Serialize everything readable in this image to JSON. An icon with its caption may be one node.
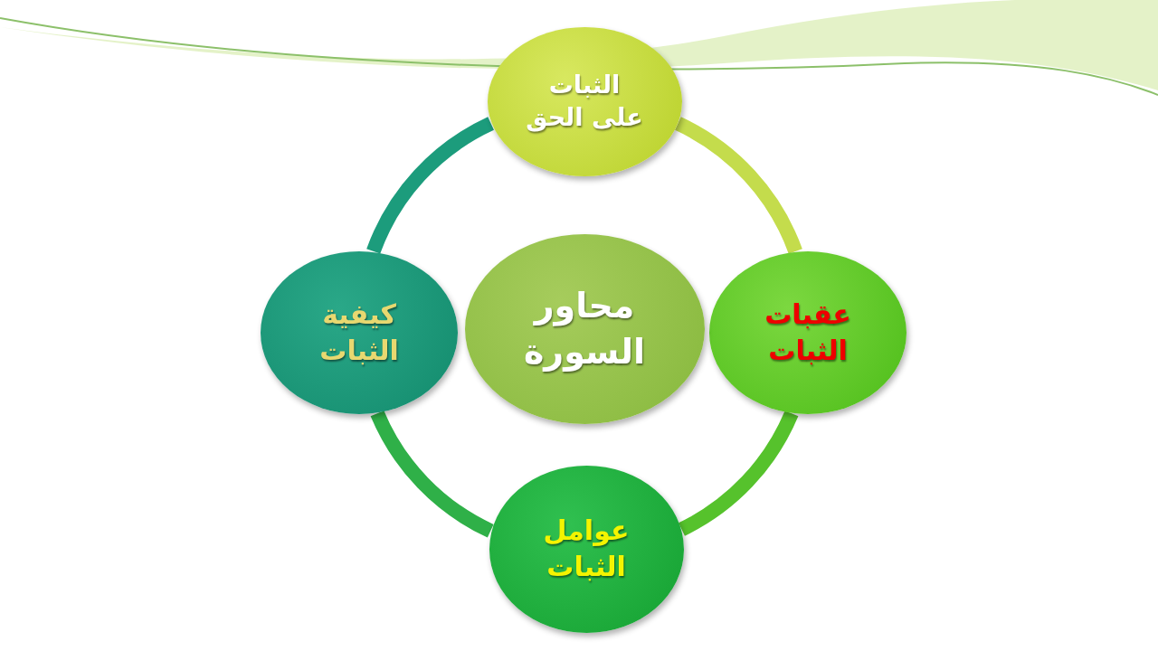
{
  "diagram": {
    "nodes": [
      {
        "text": [
          "الثبات على الحق"
        ]
      },
      {
        "text": [
          "عقبات الثبات"
        ]
      },
      {
        "text": [
          "محاور السورة"
        ]
      },
      {
        "text": [
          "كيفية الثبات"
        ]
      },
      {
        "text": [
          "عوامل الثبات"
        ]
      }
    ],
    "edges": [
      {
        "from": 0,
        "to": 1,
        "arrow": "none",
        "color": "#c4dc4c"
      },
      {
        "from": 1,
        "to": 4,
        "arrow": "none",
        "color": "#56c22c"
      },
      {
        "from": 4,
        "to": 3,
        "arrow": "none",
        "color": "#2fb048"
      },
      {
        "from": 3,
        "to": 0,
        "arrow": "none",
        "color": "#1c9c7c"
      }
    ]
  }
}
